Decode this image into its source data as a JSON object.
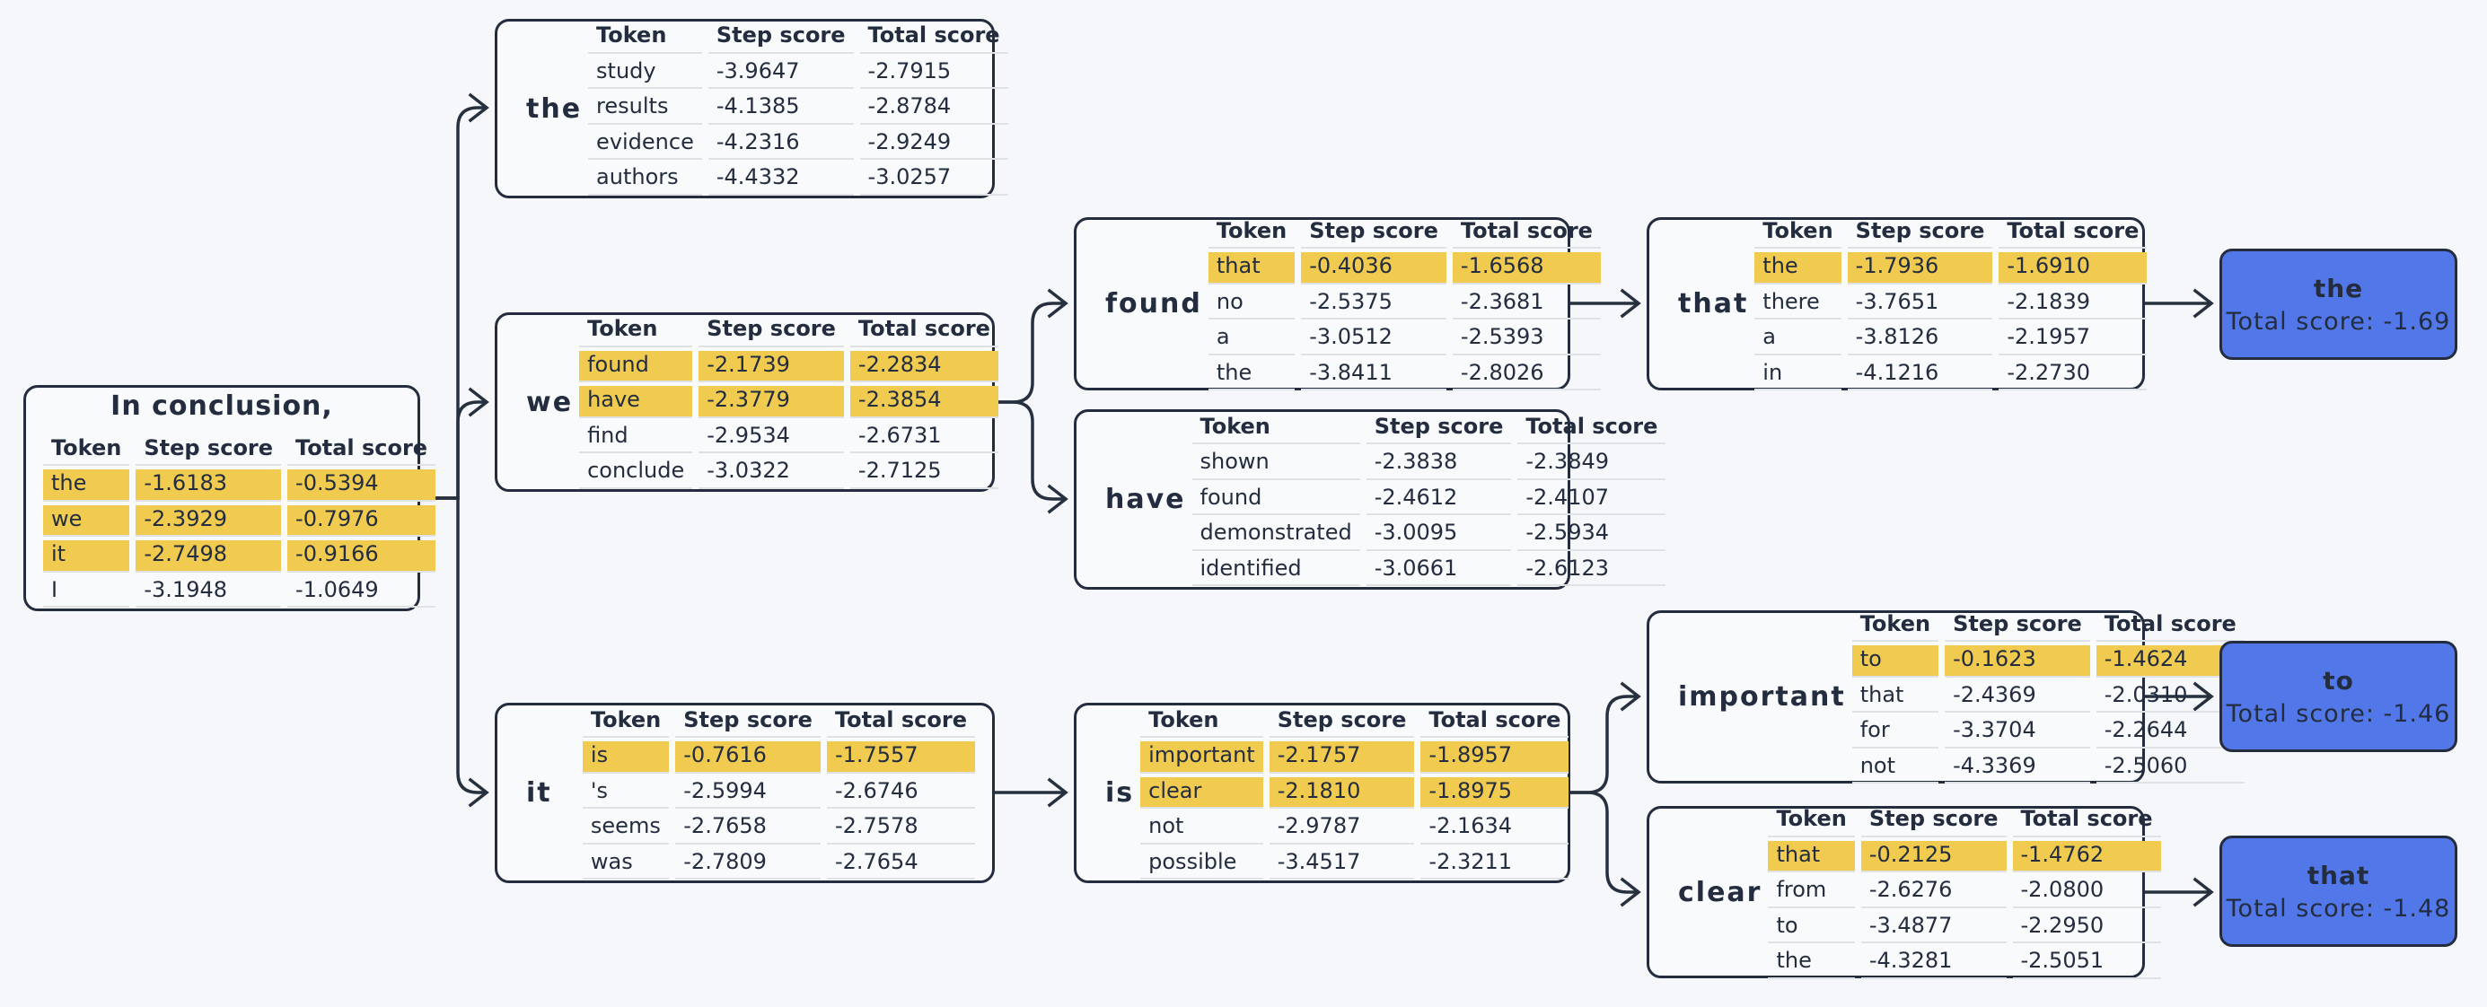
{
  "diagram": {
    "columns": [
      "Token",
      "Step score",
      "Total score"
    ],
    "root": {
      "title": "In conclusion,",
      "rows": [
        {
          "token": "the",
          "step": "-1.6183",
          "total": "-0.5394",
          "highlight": true
        },
        {
          "token": "we",
          "step": "-2.3929",
          "total": "-0.7976",
          "highlight": true
        },
        {
          "token": "it",
          "step": "-2.7498",
          "total": "-0.9166",
          "highlight": true
        },
        {
          "token": "I",
          "step": "-3.1948",
          "total": "-1.0649",
          "highlight": false
        }
      ]
    },
    "nodes": [
      {
        "id": "the",
        "label": "the",
        "rows": [
          {
            "token": "study",
            "step": "-3.9647",
            "total": "-2.7915",
            "highlight": false
          },
          {
            "token": "results",
            "step": "-4.1385",
            "total": "-2.8784",
            "highlight": false
          },
          {
            "token": "evidence",
            "step": "-4.2316",
            "total": "-2.9249",
            "highlight": false
          },
          {
            "token": "authors",
            "step": "-4.4332",
            "total": "-3.0257",
            "highlight": false
          }
        ]
      },
      {
        "id": "we",
        "label": "we",
        "rows": [
          {
            "token": "found",
            "step": "-2.1739",
            "total": "-2.2834",
            "highlight": true
          },
          {
            "token": "have",
            "step": "-2.3779",
            "total": "-2.3854",
            "highlight": true
          },
          {
            "token": "find",
            "step": "-2.9534",
            "total": "-2.6731",
            "highlight": false
          },
          {
            "token": "conclude",
            "step": "-3.0322",
            "total": "-2.7125",
            "highlight": false
          }
        ]
      },
      {
        "id": "it",
        "label": "it",
        "rows": [
          {
            "token": "is",
            "step": "-0.7616",
            "total": "-1.7557",
            "highlight": true
          },
          {
            "token": "'s",
            "step": "-2.5994",
            "total": "-2.6746",
            "highlight": false
          },
          {
            "token": "seems",
            "step": "-2.7658",
            "total": "-2.7578",
            "highlight": false
          },
          {
            "token": "was",
            "step": "-2.7809",
            "total": "-2.7654",
            "highlight": false
          }
        ]
      },
      {
        "id": "found",
        "label": "found",
        "rows": [
          {
            "token": "that",
            "step": "-0.4036",
            "total": "-1.6568",
            "highlight": true
          },
          {
            "token": "no",
            "step": "-2.5375",
            "total": "-2.3681",
            "highlight": false
          },
          {
            "token": "a",
            "step": "-3.0512",
            "total": "-2.5393",
            "highlight": false
          },
          {
            "token": "the",
            "step": "-3.8411",
            "total": "-2.8026",
            "highlight": false
          }
        ]
      },
      {
        "id": "have",
        "label": "have",
        "rows": [
          {
            "token": "shown",
            "step": "-2.3838",
            "total": "-2.3849",
            "highlight": false
          },
          {
            "token": "found",
            "step": "-2.4612",
            "total": "-2.4107",
            "highlight": false
          },
          {
            "token": "demonstrated",
            "step": "-3.0095",
            "total": "-2.5934",
            "highlight": false
          },
          {
            "token": "identified",
            "step": "-3.0661",
            "total": "-2.6123",
            "highlight": false
          }
        ]
      },
      {
        "id": "is",
        "label": "is",
        "rows": [
          {
            "token": "important",
            "step": "-2.1757",
            "total": "-1.8957",
            "highlight": true
          },
          {
            "token": "clear",
            "step": "-2.1810",
            "total": "-1.8975",
            "highlight": true
          },
          {
            "token": "not",
            "step": "-2.9787",
            "total": "-2.1634",
            "highlight": false
          },
          {
            "token": "possible",
            "step": "-3.4517",
            "total": "-2.3211",
            "highlight": false
          }
        ]
      },
      {
        "id": "that",
        "label": "that",
        "rows": [
          {
            "token": "the",
            "step": "-1.7936",
            "total": "-1.6910",
            "highlight": true
          },
          {
            "token": "there",
            "step": "-3.7651",
            "total": "-2.1839",
            "highlight": false
          },
          {
            "token": "a",
            "step": "-3.8126",
            "total": "-2.1957",
            "highlight": false
          },
          {
            "token": "in",
            "step": "-4.1216",
            "total": "-2.2730",
            "highlight": false
          }
        ]
      },
      {
        "id": "important",
        "label": "important",
        "rows": [
          {
            "token": "to",
            "step": "-0.1623",
            "total": "-1.4624",
            "highlight": true
          },
          {
            "token": "that",
            "step": "-2.4369",
            "total": "-2.0310",
            "highlight": false
          },
          {
            "token": "for",
            "step": "-3.3704",
            "total": "-2.2644",
            "highlight": false
          },
          {
            "token": "not",
            "step": "-4.3369",
            "total": "-2.5060",
            "highlight": false
          }
        ]
      },
      {
        "id": "clear",
        "label": "clear",
        "rows": [
          {
            "token": "that",
            "step": "-0.2125",
            "total": "-1.4762",
            "highlight": true
          },
          {
            "token": "from",
            "step": "-2.6276",
            "total": "-2.0800",
            "highlight": false
          },
          {
            "token": "to",
            "step": "-3.4877",
            "total": "-2.2950",
            "highlight": false
          },
          {
            "token": "the",
            "step": "-4.3281",
            "total": "-2.5051",
            "highlight": false
          }
        ]
      },
      {
        "id": "final-the",
        "label": "the",
        "score": "Total score: -1.69"
      },
      {
        "id": "final-to",
        "label": "to",
        "score": "Total score: -1.46"
      },
      {
        "id": "final-that",
        "label": "that",
        "score": "Total score: -1.48"
      }
    ],
    "colors": {
      "background": "#f6f7fa",
      "node_fill": "#f9fafc",
      "border": "#232d3f",
      "highlight": "#f0cb4f",
      "final_fill": "#5277e8",
      "row_line": "#dfe1e5"
    }
  }
}
